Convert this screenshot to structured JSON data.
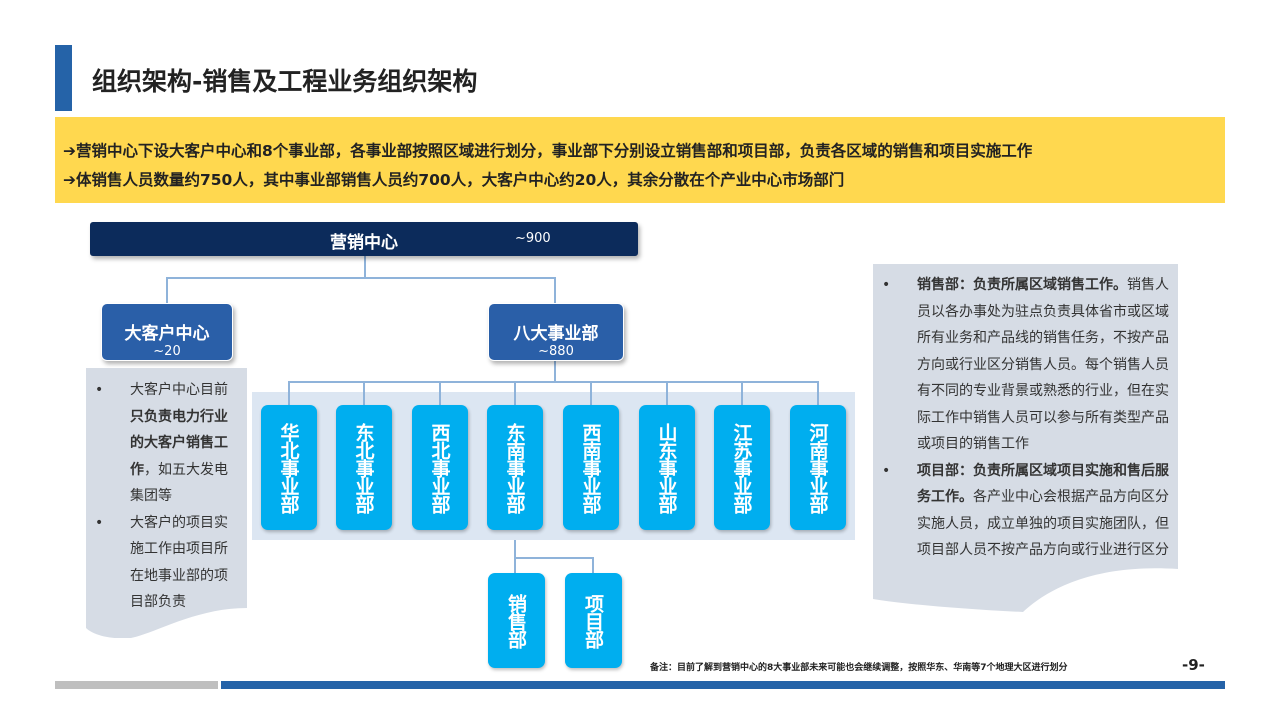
{
  "title": "组织架构-销售及工程业务组织架构",
  "highlights": [
    "➔营销中心下设大客户中心和8个事业部，各事业部按照区域进行划分，事业部下分别设立销售部和项目部，负责各区域的销售和项目实施工作",
    "➔体销售人员数量约750人，其中事业部销售人员约700人，大客户中心约20人，其余分散在个产业中心市场部门"
  ],
  "org": {
    "root": {
      "name": "营销中心",
      "count": "~900"
    },
    "key_account": {
      "name": "大客户中心",
      "count": "~20"
    },
    "divisions": {
      "name": "八大事业部",
      "count": "~880"
    },
    "units": [
      "华北事业部",
      "东北事业部",
      "西北事业部",
      "东南事业部",
      "西南事业部",
      "山东事业部",
      "江苏事业部",
      "河南事业部"
    ],
    "sub_units": [
      "销售部",
      "项目部"
    ]
  },
  "left_notes": [
    {
      "pre": "大客户中心目前",
      "bold": "只负责电力行业的大客户销售工作",
      "post": "，如五大发电集团等"
    },
    {
      "pre": "大客户的项目实施工作由项目所在地事业部的项目部负责",
      "bold": "",
      "post": ""
    }
  ],
  "right_notes": [
    {
      "bold": "销售部：负责所属区域销售工作。",
      "text": "销售人员以各办事处为驻点负责具体省市或区域所有业务和产品线的销售任务，不按产品方向或行业区分销售人员。每个销售人员有不同的专业背景或熟悉的行业，但在实际工作中销售人员可以参与所有类型产品或项目的销售工作"
    },
    {
      "bold": "项目部：负责所属区域项目实施和售后服务工作。",
      "text": "各产业中心会根据产品方向区分实施人员，成立单独的项目实施团队，但项目部人员不按产品方向或行业进行区分"
    }
  ],
  "footnote": "备注：目前了解到营销中心的8大事业部未来可能也会继续调整，按照华东、华南等7个地理大区进行划分",
  "page_number": "-9-"
}
